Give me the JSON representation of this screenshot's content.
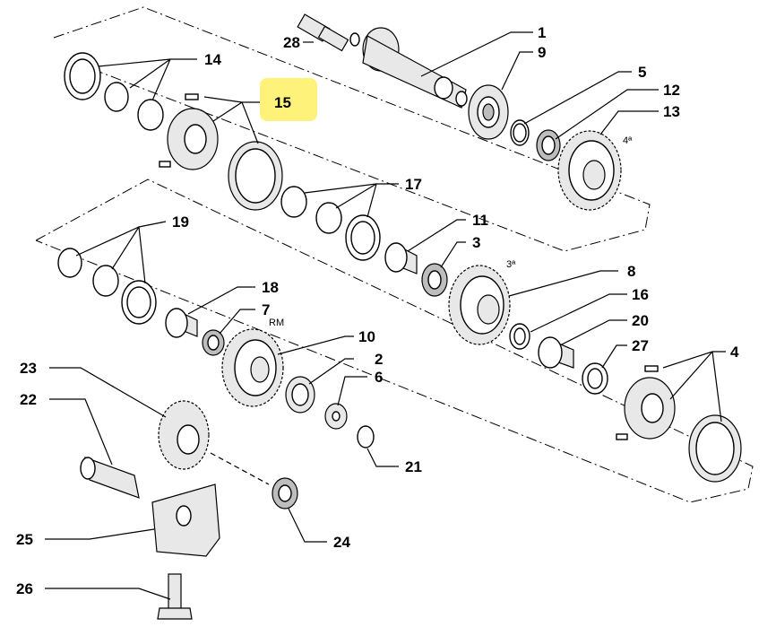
{
  "diagram": {
    "callouts": [
      "1",
      "9",
      "5",
      "12",
      "13",
      "14",
      "15",
      "17",
      "11",
      "3",
      "8",
      "16",
      "20",
      "27",
      "4",
      "19",
      "18",
      "7",
      "10",
      "2",
      "6",
      "21",
      "23",
      "22",
      "25",
      "24",
      "26",
      "28"
    ],
    "annotations": {
      "gear_4": "4ª",
      "gear_3": "3ª",
      "reverse": "RM"
    },
    "highlighted_callout": "15",
    "highlight_color": "#fff27a"
  }
}
